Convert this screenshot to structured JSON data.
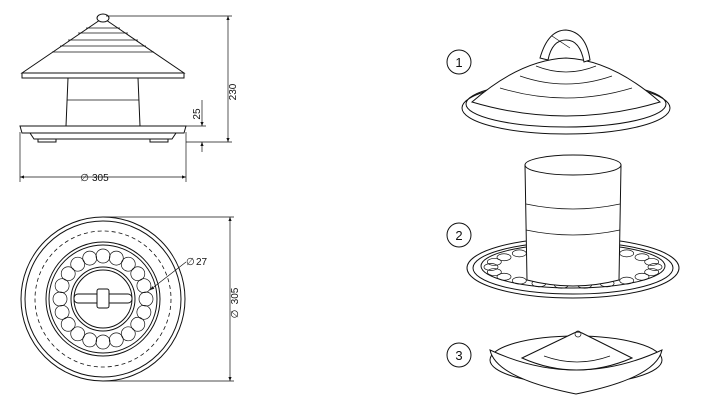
{
  "dimensions": {
    "height_total": "230",
    "height_base": "25",
    "diameter_side": "305",
    "diameter_top": "305",
    "hole_diameter": "27",
    "diameter_symbol": "∅"
  },
  "callouts": [
    {
      "label": "1"
    },
    {
      "label": "2"
    },
    {
      "label": "3"
    }
  ]
}
